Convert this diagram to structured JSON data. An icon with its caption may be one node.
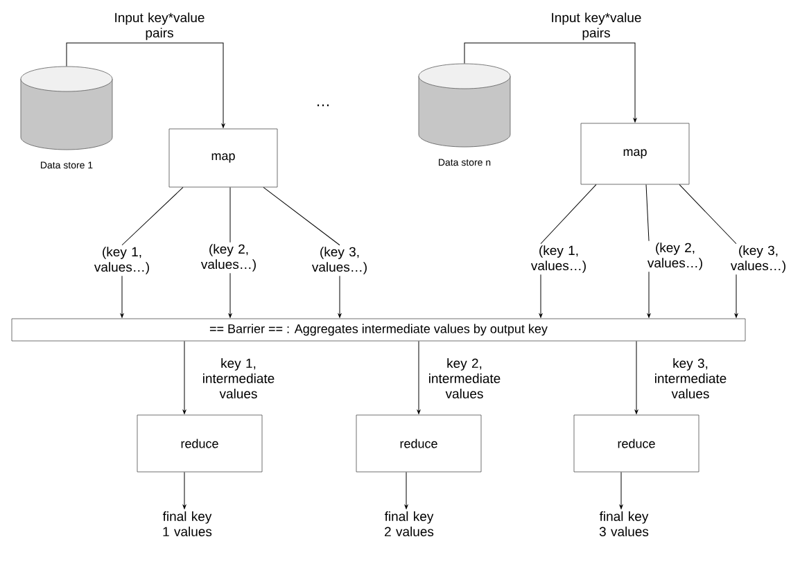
{
  "diagram": {
    "nodes": [
      {
        "text": [],
        "shape": "cylinder",
        "beside": [
          "Data store 1"
        ]
      },
      {
        "text": [
          "map"
        ]
      },
      {
        "text": [
          "(key 1, values…)"
        ]
      },
      {
        "text": [
          "(key 2, values…)"
        ]
      },
      {
        "text": [
          "(key 3, values…)"
        ]
      },
      {
        "text": [],
        "shape": "cylinder",
        "beside": [
          "Data store n"
        ]
      },
      {
        "text": [
          "map"
        ]
      },
      {
        "text": [
          "(key 1, values…)"
        ]
      },
      {
        "text": [
          "(key 2, values…)"
        ]
      },
      {
        "text": [
          "(key 3, values…)"
        ]
      },
      {
        "text": [
          "== Barrier ==  : Aggregates intermediate values by output key"
        ]
      },
      {
        "text": [
          "reduce"
        ]
      },
      {
        "text": [
          "reduce"
        ]
      },
      {
        "text": [
          "reduce"
        ]
      },
      {
        "text": [
          "final key 1 values"
        ]
      },
      {
        "text": [
          "final key 2 values"
        ]
      },
      {
        "text": [
          "final key 3 values"
        ]
      }
    ],
    "edges": [
      {
        "from": 0,
        "to": 1,
        "arrow": "to",
        "label": "Input key*value pairs"
      },
      {
        "from": 1,
        "to": 2,
        "arrow": "none"
      },
      {
        "from": 1,
        "to": 3,
        "arrow": "none"
      },
      {
        "from": 1,
        "to": 4,
        "arrow": "none"
      },
      {
        "from": 2,
        "to": 10,
        "arrow": "to"
      },
      {
        "from": 3,
        "to": 10,
        "arrow": "to"
      },
      {
        "from": 4,
        "to": 10,
        "arrow": "to"
      },
      {
        "from": 5,
        "to": 6,
        "arrow": "to",
        "label": "Input key*value pairs"
      },
      {
        "from": 6,
        "to": 7,
        "arrow": "none"
      },
      {
        "from": 6,
        "to": 8,
        "arrow": "none"
      },
      {
        "from": 6,
        "to": 9,
        "arrow": "none"
      },
      {
        "from": 7,
        "to": 10,
        "arrow": "to"
      },
      {
        "from": 8,
        "to": 10,
        "arrow": "to"
      },
      {
        "from": 9,
        "to": 10,
        "arrow": "to"
      },
      {
        "from": 10,
        "to": 11,
        "arrow": "to",
        "label": "key 1, intermediate values"
      },
      {
        "from": 10,
        "to": 12,
        "arrow": "to",
        "label": "key 2, intermediate values"
      },
      {
        "from": 10,
        "to": 13,
        "arrow": "to",
        "label": "key 3, intermediate values"
      },
      {
        "from": 11,
        "to": 14,
        "arrow": "to"
      },
      {
        "from": 12,
        "to": 15,
        "arrow": "to"
      },
      {
        "from": 13,
        "to": 16,
        "arrow": "to"
      }
    ],
    "labels": [
      "…"
    ]
  }
}
